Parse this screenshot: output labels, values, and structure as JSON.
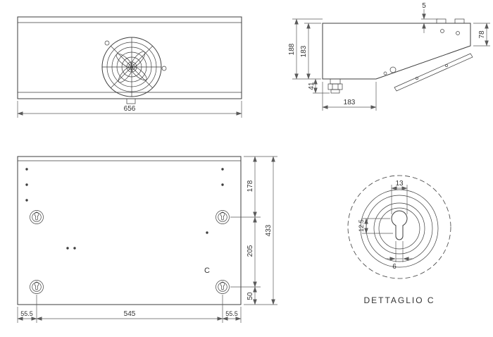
{
  "drawing": {
    "front_view": {
      "overall_width": "656"
    },
    "side_view": {
      "top_gap": "5",
      "overall_height": "188",
      "body_height": "183",
      "right_height": "78",
      "drain_drop": "41",
      "depth": "183"
    },
    "bottom_view": {
      "edge_to_row1": "178",
      "row1_to_row2": "205",
      "row2_to_edge": "50",
      "overall_height": "433",
      "left_margin": "55.5",
      "slot_span": "545",
      "right_margin": "55.5",
      "detail_ref": "C"
    },
    "detail_view": {
      "title": "DETTAGLIO C",
      "hole_diameter": "13",
      "center_offset": "12.5",
      "slot_width": "6"
    },
    "colors": {
      "line": "#3d3d3d",
      "dimension": "#5a5a5a",
      "text": "#333333",
      "background": "#ffffff"
    }
  }
}
